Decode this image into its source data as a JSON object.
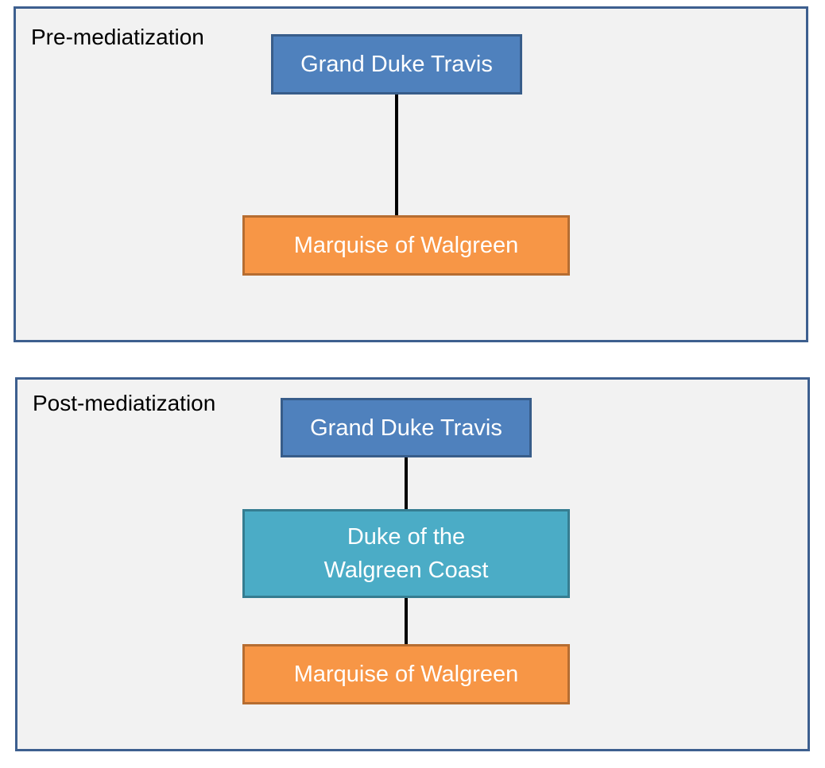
{
  "colors": {
    "panel_fill": "#f2f2f2",
    "panel_border": "#3d5f8f",
    "grand_duke_fill": "#4f81bd",
    "duke_fill": "#4bacc6",
    "marquise_fill": "#f79646",
    "connector": "#000000"
  },
  "pre": {
    "label": "Pre-mediatization",
    "top_node": "Grand Duke Travis",
    "bottom_node": "Marquise of Walgreen"
  },
  "post": {
    "label": "Post-mediatization",
    "top_node": "Grand Duke Travis",
    "middle_node_line1": "Duke of the",
    "middle_node_line2": "Walgreen Coast",
    "bottom_node": "Marquise of Walgreen"
  }
}
